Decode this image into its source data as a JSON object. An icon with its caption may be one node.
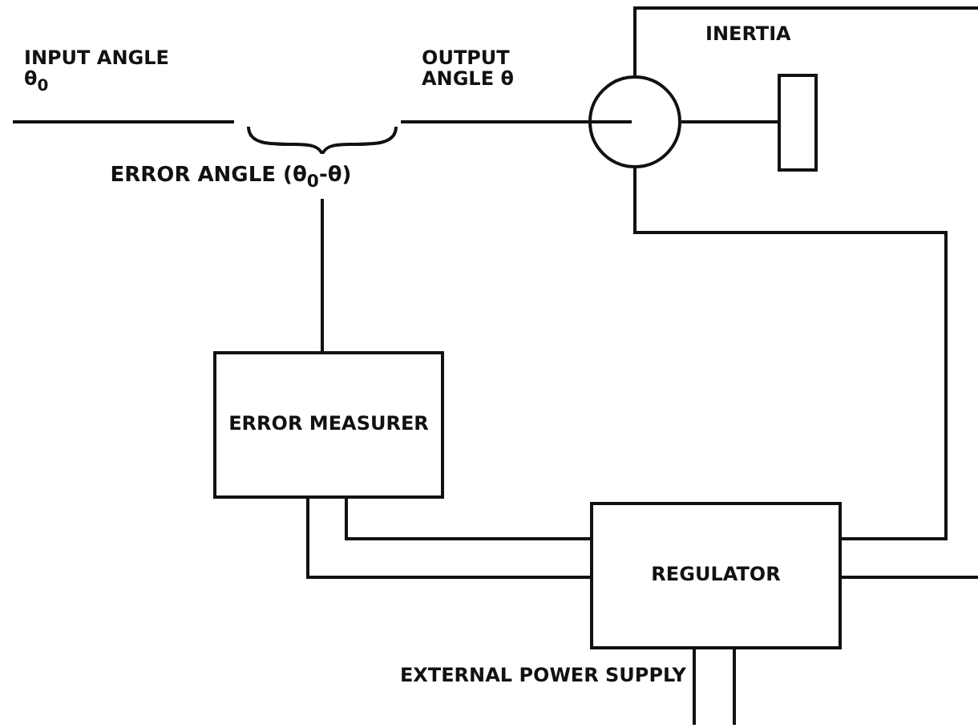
{
  "diagram": {
    "nodes": [
      {
        "text": [],
        "shape": "circle"
      },
      {
        "text": [],
        "shape": "box"
      },
      {
        "text": [
          "ERROR MEASURER"
        ]
      },
      {
        "text": [
          "REGULATOR"
        ]
      },
      {
        "text": [
          "ERROR ANGLE (θ$_{0}$-θ)"
        ]
      }
    ],
    "edges": [
      {
        "from": null,
        "to": 4,
        "arrow": "none"
      },
      {
        "from": 4,
        "to": 0,
        "arrow": "none"
      },
      {
        "from": 0,
        "to": 1,
        "arrow": "none"
      },
      {
        "from": 4,
        "to": 2,
        "arrow": "none"
      },
      {
        "from": 2,
        "to": 3,
        "arrow": "none"
      },
      {
        "from": 2,
        "to": 3,
        "arrow": "none"
      },
      {
        "from": 0,
        "to": null,
        "arrow": "none"
      },
      {
        "from": 0,
        "to": 3,
        "arrow": "none"
      },
      {
        "from": 3,
        "to": null,
        "arrow": "none"
      },
      {
        "from": null,
        "to": 3,
        "arrow": "none"
      },
      {
        "from": null,
        "to": 3,
        "arrow": "none"
      }
    ],
    "labels": [
      "INPUT ANGLE θ$_{0}$",
      "OUTPUT ANGLE θ",
      "INERTIA",
      "EXTERNAL POWER SUPPLY"
    ]
  }
}
